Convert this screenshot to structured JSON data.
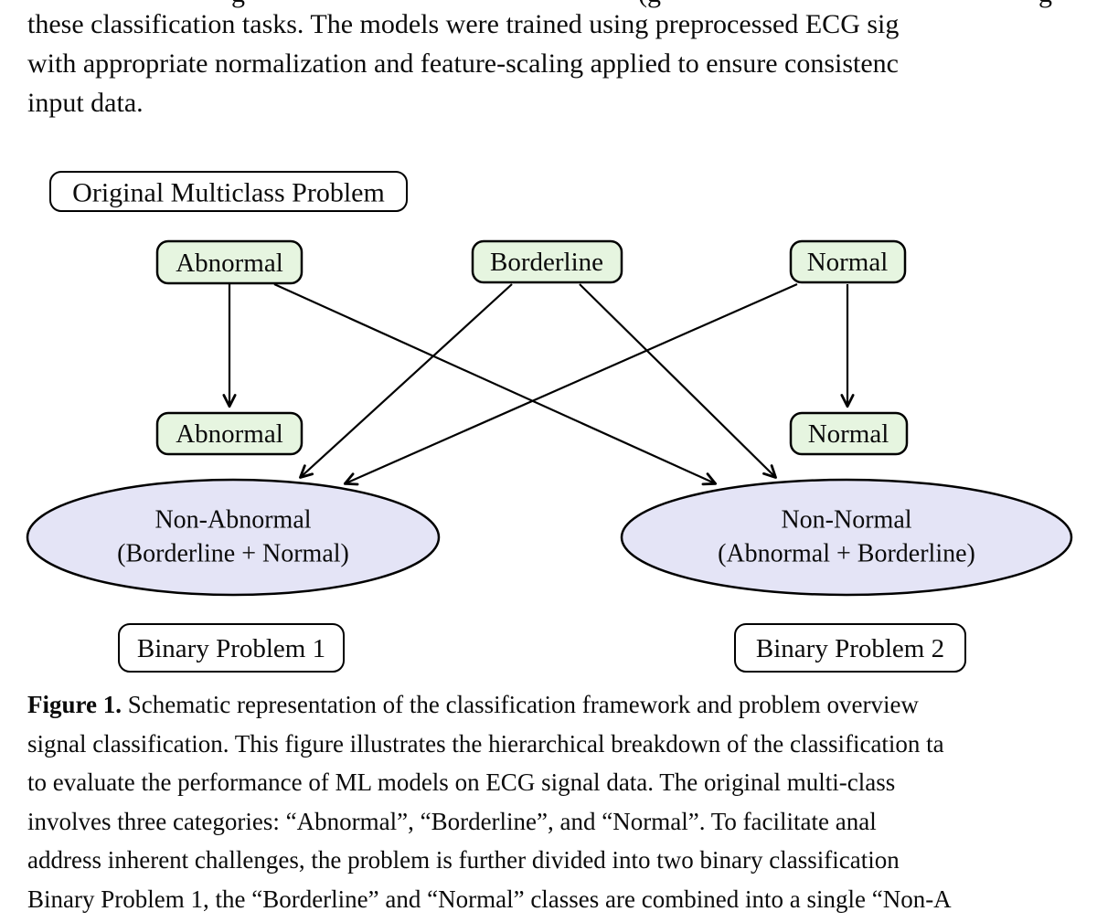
{
  "page": {
    "background": "#ffffff",
    "text_color": "#0b0b0b"
  },
  "body_text": {
    "clipped_fragments": {
      "f1": "g",
      "f2": "(g",
      "f3": "g"
    },
    "lines": [
      "these classification tasks. The models were trained using preprocessed ECG sig",
      "with appropriate normalization and feature-scaling applied to ensure consistenc",
      "input data."
    ]
  },
  "diagram": {
    "colors": {
      "class_box_fill": "#e6f5e0",
      "ellipse_fill": "#e4e4f6",
      "label_box_fill": "#ffffff",
      "stroke": "#000000"
    },
    "nodes": {
      "original_problem": "Original Multiclass Problem",
      "top_abnormal": "Abnormal",
      "top_borderline": "Borderline",
      "top_normal": "Normal",
      "mid_abnormal": "Abnormal",
      "mid_normal": "Normal",
      "left_ellipse_line1": "Non-Abnormal",
      "left_ellipse_line2": "(Borderline + Normal)",
      "right_ellipse_line1": "Non-Normal",
      "right_ellipse_line2": "(Abnormal + Borderline)",
      "binary1": "Binary Problem 1",
      "binary2": "Binary Problem 2"
    },
    "edges": [
      {
        "from": "top_abnormal",
        "to": "mid_abnormal",
        "type": "arrow"
      },
      {
        "from": "top_abnormal",
        "to": "right_ellipse",
        "type": "arrow"
      },
      {
        "from": "top_borderline",
        "to": "left_ellipse",
        "type": "arrow"
      },
      {
        "from": "top_borderline",
        "to": "right_ellipse",
        "type": "arrow"
      },
      {
        "from": "top_normal",
        "to": "mid_normal",
        "type": "arrow"
      },
      {
        "from": "top_normal",
        "to": "left_ellipse",
        "type": "arrow"
      }
    ]
  },
  "caption": {
    "label": "Figure 1.",
    "line1_rest": " Schematic representation of the classification framework and problem overview",
    "rest_lines": [
      "signal classification. This figure illustrates the hierarchical breakdown of the classification ta",
      "to evaluate the performance of ML models on ECG signal data. The original multi-class",
      "involves three categories: “Abnormal”, “Borderline”, and “Normal”.  To facilitate anal",
      "address inherent challenges, the problem is further divided into two binary classification",
      "Binary Problem 1, the “Borderline” and “Normal” classes are combined into a single “Non-A"
    ]
  }
}
